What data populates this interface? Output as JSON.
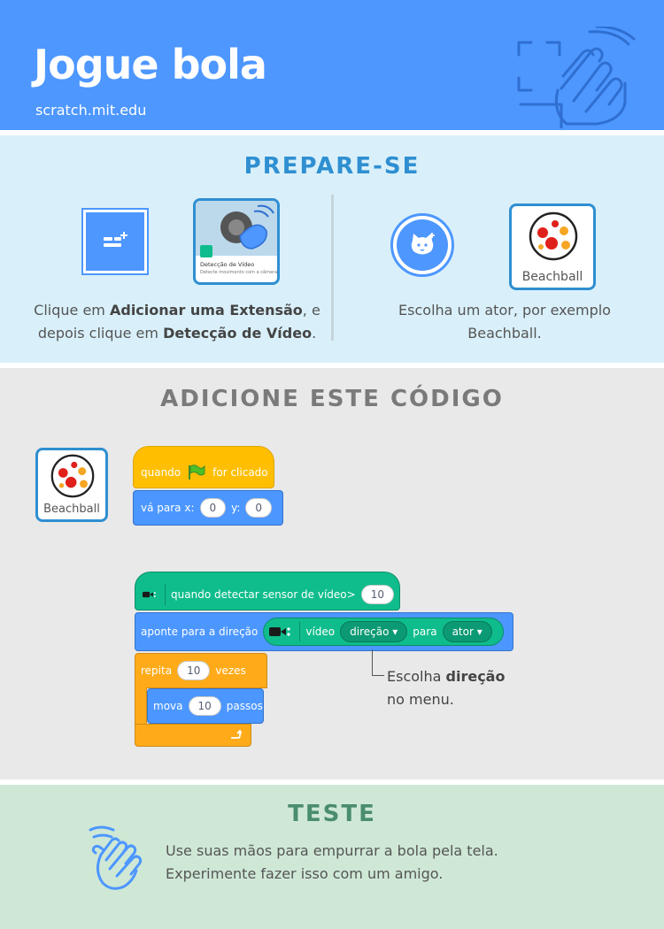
{
  "header": {
    "title": "Jogue bola",
    "url": "scratch.mit.edu"
  },
  "prepare": {
    "title": "PREPARE-SE",
    "left": {
      "card_title": "Detecção de Vídeo",
      "card_desc": "Detecte movimento com a câmera.",
      "caption_pre": "Clique em ",
      "caption_bold1": "Adicionar uma Extensão",
      "caption_mid": ", e",
      "caption_line2_pre": "depois clique em ",
      "caption_bold2": "Detecção de Vídeo",
      "caption_end": "."
    },
    "right": {
      "sprite_label": "Beachball",
      "caption_line1": "Escolha um ator, por exemplo",
      "caption_line2": "Beachball."
    }
  },
  "code": {
    "title": "ADICIONE ESTE CÓDIGO",
    "sprite_label": "Beachball",
    "script1": {
      "when_pre": "quando",
      "when_post": "for clicado",
      "goto_pre": "vá para x:",
      "x": "0",
      "y_label": "y:",
      "y": "0"
    },
    "script2": {
      "hat": "quando detectar sensor de vídeo>",
      "hat_value": "10",
      "point_pre": "aponte  para a direção",
      "video_label": "vídeo",
      "video_attr": "direção",
      "para": "para",
      "target": "ator",
      "repeat_pre": "repita",
      "repeat_value": "10",
      "repeat_post": "vezes",
      "move_pre": "mova",
      "move_value": "10",
      "move_post": "passos"
    },
    "note_pre": "Escolha ",
    "note_bold": "direção",
    "note_line2": "no menu."
  },
  "test": {
    "title": "TESTE",
    "line1": "Use suas mãos para empurrar a bola pela tela.",
    "line2": "Experimente fazer isso com um amigo."
  },
  "colors": {
    "header": "#4d97ff",
    "prepare_bg": "#d9f0fa",
    "code_bg": "#e9e9e9",
    "test_bg": "#cfe8d6",
    "events": "#ffbf00",
    "motion": "#4c97ff",
    "control": "#ffab19",
    "video": "#0fbd8c"
  },
  "icons": [
    "add-extension-icon",
    "video-sensing-icon",
    "choose-sprite-icon",
    "green-flag-icon",
    "camera-icon",
    "wave-hand-icon",
    "repeat-arrow-icon"
  ]
}
